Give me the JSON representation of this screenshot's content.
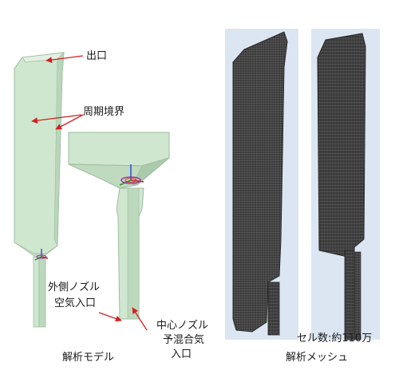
{
  "labels": {
    "outlet": "出口",
    "periodic_boundary": "周期境界",
    "outer_nozzle_line1": "外側ノズル",
    "outer_nozzle_line2": "空気入口",
    "center_nozzle_line1": "中心ノズル",
    "center_nozzle_line2": "予混合気",
    "center_nozzle_line3": "入口",
    "cell_count": "セル数:約110万"
  },
  "captions": {
    "model": "解析モデル",
    "mesh": "解析メッシュ"
  },
  "colors": {
    "model_fill": "#cfe6cf",
    "model_fill_dark": "#b9d6ba",
    "model_edge": "#9dbd9f",
    "arrow": "#d22020",
    "mesh_panel": "#dbe6f2",
    "mesh_dark": "#3a3a3a",
    "mesh_line": "#8a8a8a"
  }
}
